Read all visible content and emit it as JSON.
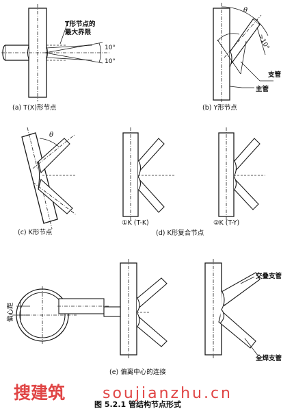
{
  "labels": {
    "t_limit_1": "T形节点的",
    "t_limit_2": "最大界限",
    "deg10_upper": "10°",
    "deg10_lower": "10°",
    "theta": "θ",
    "y_ten_deg": ">10°",
    "branch_pipe": "支管",
    "main_pipe": "主管",
    "overlap_branch": "交叠支管",
    "full_weld_branch": "全焊支管",
    "eccentricity": "偏心距"
  },
  "captions": {
    "a": "(a)  T(X)形节点",
    "b": "(b)  Y形节点",
    "c": "(c)  K形节点",
    "d1": "①K  (T-K)",
    "d2": "②K  (T-Y)",
    "d": "(d)  K形复合节点",
    "e": "(e)  偏离中心的连接"
  },
  "watermark": {
    "cn": "搜建筑",
    "latin": "soujianzhu.cn"
  },
  "figure_title": "图 5.2.1   管结构节点形式"
}
